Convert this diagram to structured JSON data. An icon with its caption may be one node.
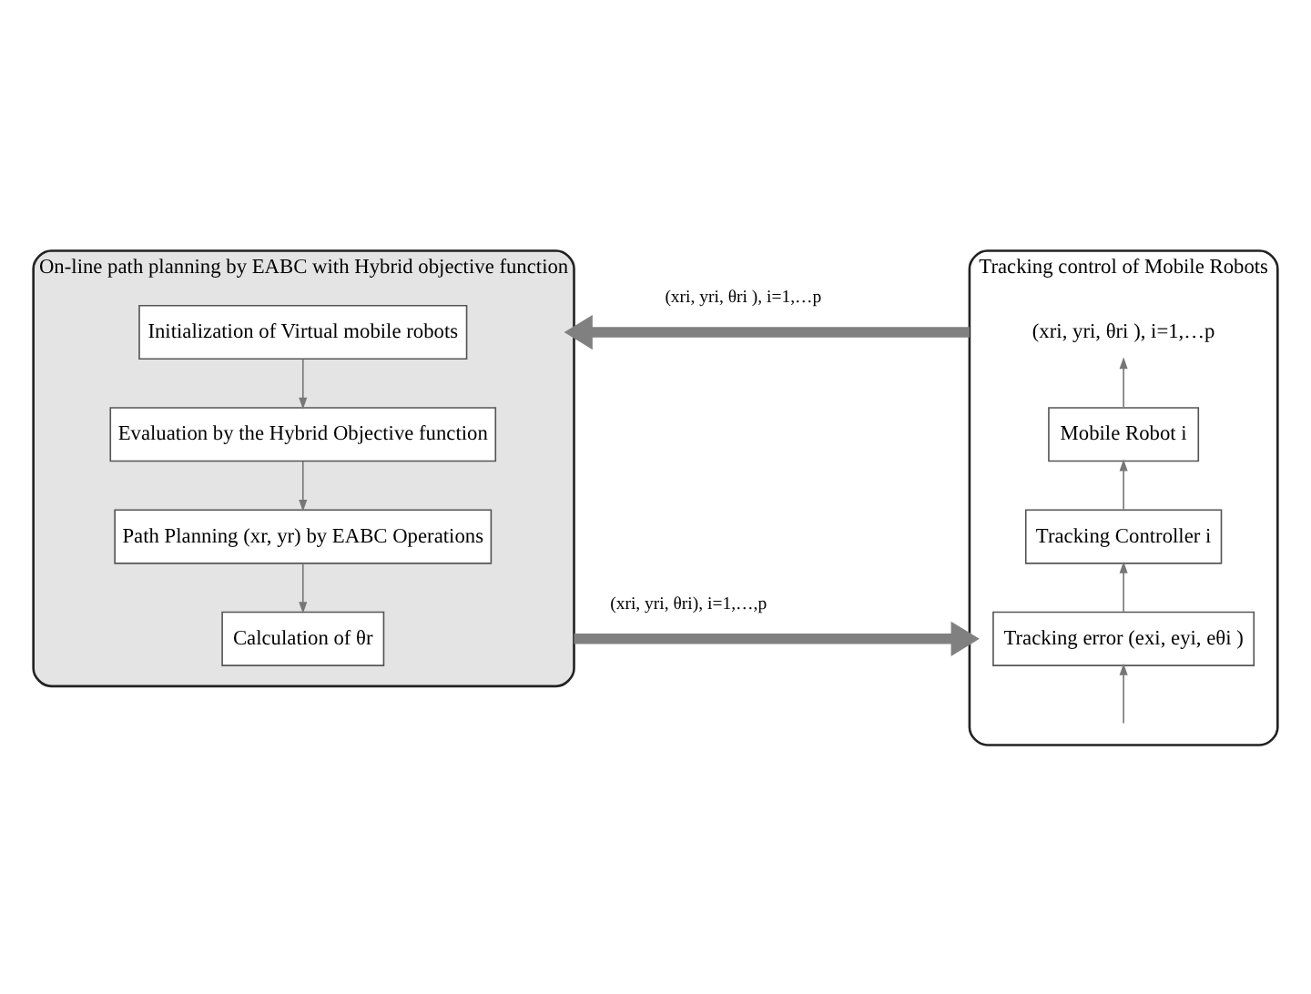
{
  "diagram": {
    "nodes": [
      {
        "text": [
          "On-line path planning by EABC with Hybrid objective function"
        ]
      },
      {
        "text": [
          "Initialization of Virtual mobile robots"
        ],
        "in": 0
      },
      {
        "text": [
          "Evaluation by the Hybrid Objective function"
        ],
        "in": 0
      },
      {
        "text": [
          "Path Planning (xr, yr) by EABC Operations"
        ],
        "in": 0
      },
      {
        "text": [
          "Calculation of θr"
        ],
        "in": 0
      },
      {
        "text": [
          "Tracking control of Mobile Robots"
        ]
      },
      {
        "text": [
          "(xri, yri, θri ), i=1,…p"
        ],
        "in": 5
      },
      {
        "text": [
          "Mobile Robot i"
        ],
        "in": 5
      },
      {
        "text": [
          "Tracking Controller i"
        ],
        "in": 5
      },
      {
        "text": [
          "Tracking error (exi, eyi, eθi )"
        ],
        "in": 5
      }
    ],
    "edges": [
      {
        "from": 1,
        "to": 2,
        "arrow": "to"
      },
      {
        "from": 2,
        "to": 3,
        "arrow": "to"
      },
      {
        "from": 3,
        "to": 4,
        "arrow": "to"
      },
      {
        "from": 0,
        "to": 5,
        "arrow": "to",
        "label": "(xri, yri, θri), i=1,…,p",
        "style": "thick"
      },
      {
        "from": null,
        "to": 9,
        "arrow": "to"
      },
      {
        "from": 9,
        "to": 8,
        "arrow": "to"
      },
      {
        "from": 8,
        "to": 7,
        "arrow": "to"
      },
      {
        "from": 7,
        "to": 6,
        "arrow": "to"
      },
      {
        "from": 5,
        "to": 0,
        "arrow": "to",
        "label": "(xri, yri, θri ), i=1,…p",
        "style": "thick"
      }
    ]
  }
}
